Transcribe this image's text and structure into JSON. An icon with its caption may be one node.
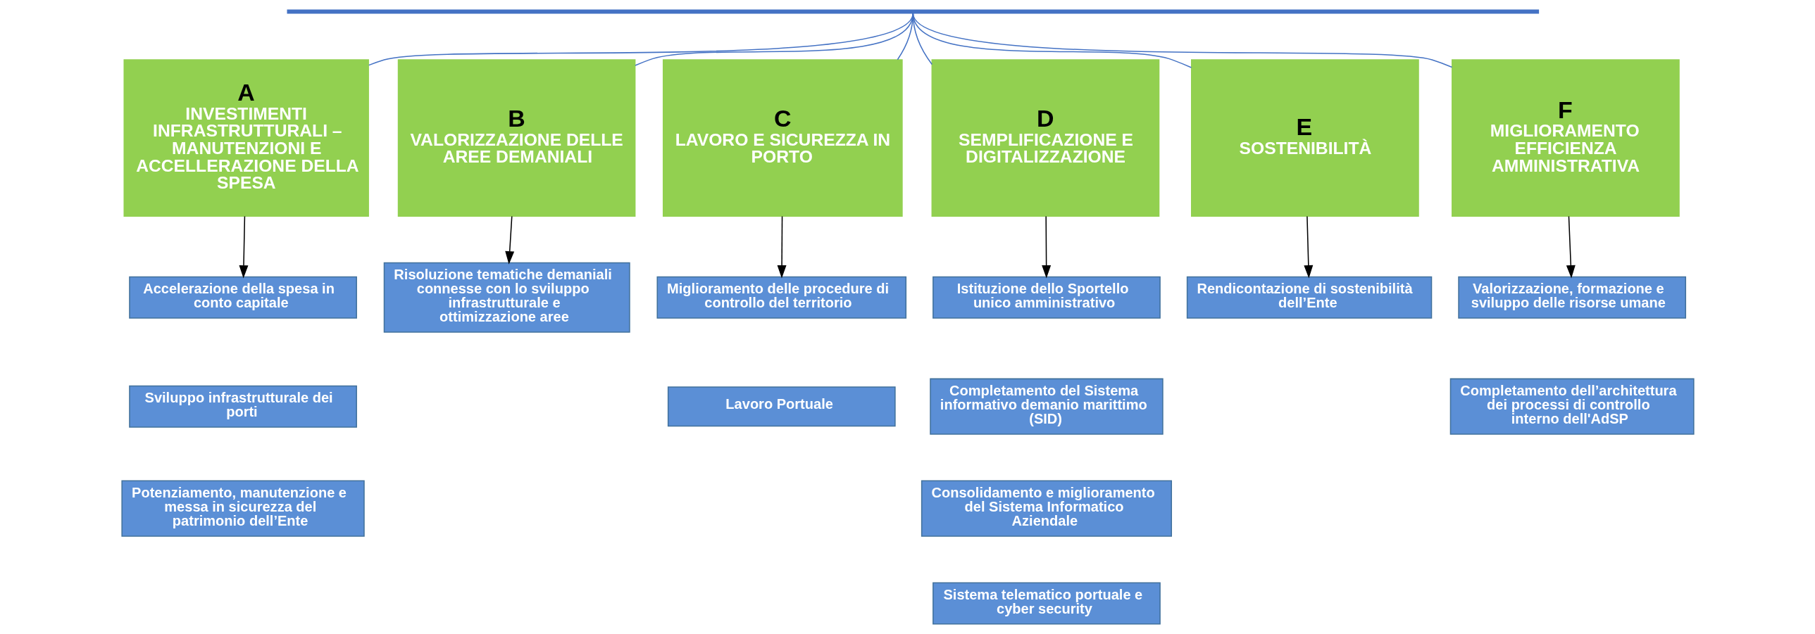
{
  "diagram": {
    "nodes": [
      {
        "text": [],
        "shape": "bar"
      },
      {
        "text": [
          "A",
          "INVESTIMENTI INFRASTRUTTURALI – MANUTENZIONI E ACCELLERAZIONE DELLA SPESA"
        ]
      },
      {
        "text": [
          "B",
          "VALORIZZAZIONE DELLE AREE DEMANIALI"
        ]
      },
      {
        "text": [
          "C",
          "LAVORO E SICUREZZA IN PORTO"
        ]
      },
      {
        "text": [
          "D",
          "SEMPLIFICAZIONE E DIGITALIZZAZIONE"
        ]
      },
      {
        "text": [
          "E",
          "SOSTENIBILITÀ"
        ]
      },
      {
        "text": [
          "F",
          "MIGLIORAMENTO EFFICIENZA AMMINISTRATIVA"
        ]
      },
      {
        "text": [
          "Accelerazione della spesa in conto capitale"
        ]
      },
      {
        "text": [
          "Sviluppo infrastrutturale dei porti"
        ]
      },
      {
        "text": [
          "Potenziamento, manutenzione e messa in sicurezza del patrimonio dell’Ente"
        ]
      },
      {
        "text": [
          "Risoluzione tematiche demaniali connesse con lo sviluppo infrastrutturale e ottimizzazione aree"
        ]
      },
      {
        "text": [
          "Miglioramento delle procedure di controllo del territorio"
        ]
      },
      {
        "text": [
          "Lavoro Portuale"
        ]
      },
      {
        "text": [
          "Istituzione dello Sportello unico amministrativo"
        ]
      },
      {
        "text": [
          "Completamento del Sistema informativo demanio marittimo (SID)"
        ]
      },
      {
        "text": [
          "Consolidamento e miglioramento del Sistema Informatico Aziendale"
        ]
      },
      {
        "text": [
          "Sistema telematico portuale e cyber security"
        ]
      },
      {
        "text": [
          "Rendicontazione di sostenibilità dell’Ente"
        ]
      },
      {
        "text": [
          "Valorizzazione, formazione e sviluppo delle risorse umane"
        ]
      },
      {
        "text": [
          "Completamento dell’architettura dei processi di controllo interno dell'AdSP"
        ]
      }
    ],
    "edges": [
      {
        "from": 0,
        "to": 1,
        "arrow": "none",
        "color": "#4472c4"
      },
      {
        "from": 0,
        "to": 2,
        "arrow": "none",
        "color": "#4472c4"
      },
      {
        "from": 0,
        "to": 3,
        "arrow": "none",
        "color": "#4472c4"
      },
      {
        "from": 0,
        "to": 4,
        "arrow": "none",
        "color": "#4472c4"
      },
      {
        "from": 0,
        "to": 5,
        "arrow": "none",
        "color": "#4472c4"
      },
      {
        "from": 0,
        "to": 6,
        "arrow": "none",
        "color": "#4472c4"
      },
      {
        "from": 1,
        "to": 7,
        "arrow": "to",
        "color": "#000000"
      },
      {
        "from": 2,
        "to": 10,
        "arrow": "to",
        "color": "#000000"
      },
      {
        "from": 3,
        "to": 11,
        "arrow": "to",
        "color": "#000000"
      },
      {
        "from": 4,
        "to": 13,
        "arrow": "to",
        "color": "#000000"
      },
      {
        "from": 5,
        "to": 17,
        "arrow": "to",
        "color": "#000000"
      },
      {
        "from": 6,
        "to": 18,
        "arrow": "to",
        "color": "#000000"
      }
    ]
  }
}
